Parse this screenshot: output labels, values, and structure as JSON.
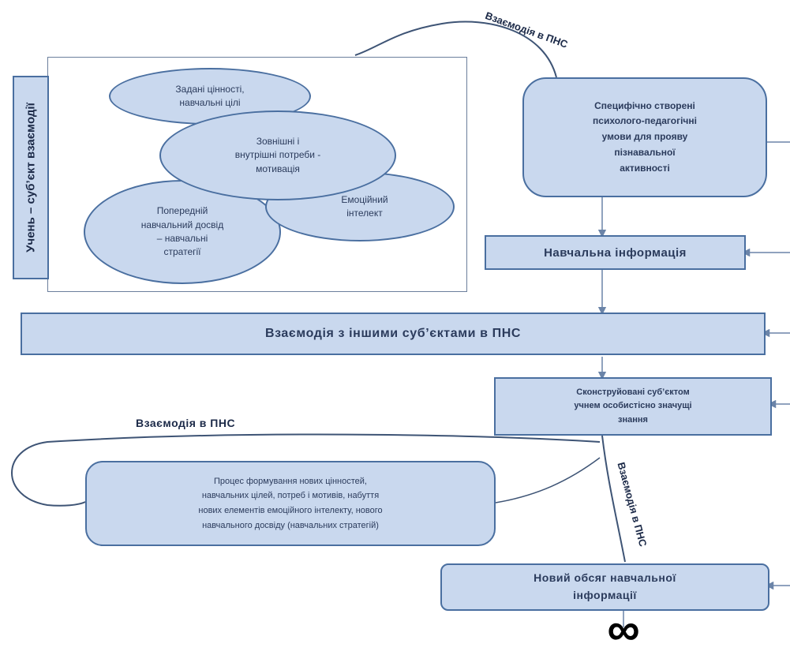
{
  "subject_label": "Учень – суб’єкт взаємодії",
  "ellipses": {
    "values": "Задані цінності,\nнавчальні цілі",
    "needs": "Зовнішні і\nвнутрішні потреби -\nмотивація",
    "emotional": "Емоційний\nінтелект",
    "experience": "Попередній\nнавчальний досвід\n– навчальні\nстратегії"
  },
  "boxes": {
    "conditions": "Специфічно створені\nпсихолого-педагогічні\nумови для прояву\nпізнавальної\nактивності",
    "info": "Навчальна інформація",
    "interaction": "Взаємодія з іншими суб’єктами в ПНС",
    "knowledge": "Сконструйовані суб’єктом\nучнем особистісно значущі\nзнання",
    "process": "Процес формування нових цінностей,\nнавчальних цілей, потреб і мотивів, набуття\nнових елементів емоційного інтелекту, нового\nнавчального досвіду (навчальних стратегій)",
    "new_info": "Новий обсяг навчальної\nінформації"
  },
  "labels": {
    "top_interaction": "Взаємодія в ПНС",
    "left_interaction": "Взаємодія в ПНС",
    "right_interaction": "Взаємодія в ПНС"
  },
  "infinity_symbol": "∞",
  "colors": {
    "box_fill": "#c9d8ee",
    "box_border": "#4a6fa0",
    "line": "#4a6fa0",
    "text": "#1c2a48"
  }
}
